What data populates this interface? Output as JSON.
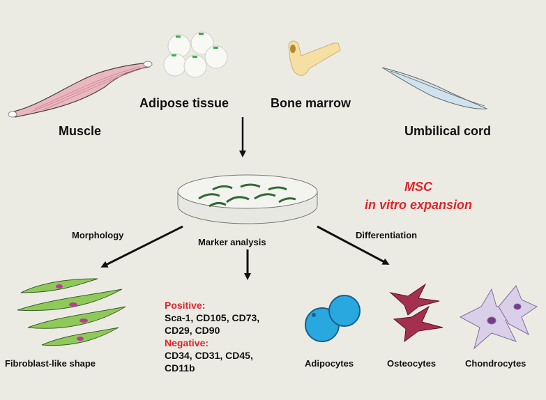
{
  "sources": {
    "muscle": "Muscle",
    "adipose": "Adipose tissue",
    "bone_marrow": "Bone marrow",
    "umbilical_cord": "Umbilical cord"
  },
  "center": {
    "line1": "MSC",
    "line2": "in vitro expansion"
  },
  "branches": {
    "morphology": "Morphology",
    "marker_analysis": "Marker analysis",
    "differentiation": "Differentiation"
  },
  "morphology_result": "Fibroblast-like shape",
  "markers": {
    "positive_title": "Positive:",
    "positive_line1": "Sca-1, CD105, CD73,",
    "positive_line2": "CD29, CD90",
    "negative_title": "Negative:",
    "negative_line1": "CD34, CD31, CD45,",
    "negative_line2": "CD11b"
  },
  "differentiation_results": {
    "adipocytes": "Adipocytes",
    "osteocytes": "Osteocytes",
    "chondrocytes": "Chondrocytes"
  },
  "colors": {
    "background": "#ecebe3",
    "accent_red": "#e0242b"
  }
}
